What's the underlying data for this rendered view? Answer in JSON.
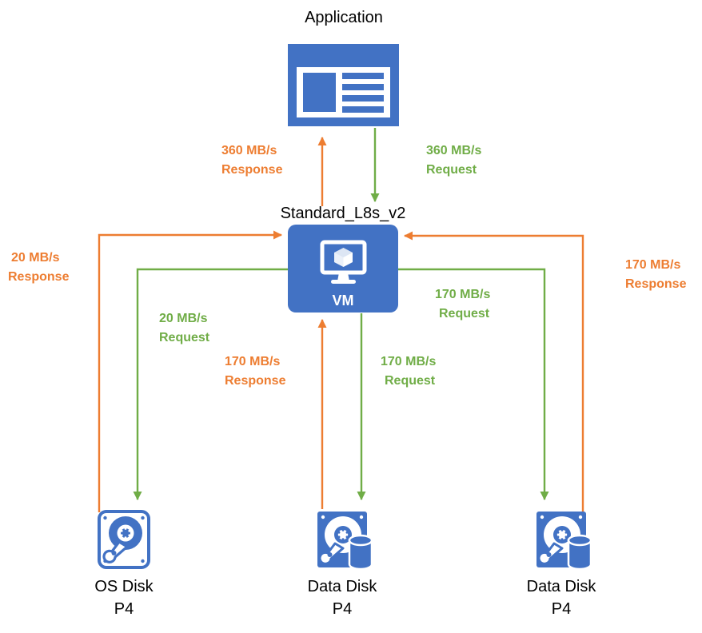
{
  "diagram": {
    "title": "Azure VM disk throughput diagram",
    "colors": {
      "blue": "#4272C4",
      "response_orange": "#ED7D31",
      "request_green": "#70AD47",
      "text_black": "#000000",
      "white": "#FFFFFF"
    },
    "nodes": {
      "application": {
        "label": "Application",
        "icon": "application-window-icon"
      },
      "vm": {
        "label": "Standard_L8s_v2",
        "caption": "VM",
        "icon": "virtual-machine-monitor-icon"
      },
      "os_disk": {
        "label_line1": "OS Disk",
        "label_line2": "P4",
        "icon": "os-disk-icon"
      },
      "data_disk_1": {
        "label_line1": "Data Disk",
        "label_line2": "P4",
        "icon": "data-disk-icon"
      },
      "data_disk_2": {
        "label_line1": "Data Disk",
        "label_line2": "P4",
        "icon": "data-disk-icon"
      }
    },
    "flows": [
      {
        "id": "app-response",
        "rate": "360 MB/s",
        "kind": "Response",
        "direction": "vm-to-application",
        "color": "#ED7D31"
      },
      {
        "id": "app-request",
        "rate": "360 MB/s",
        "kind": "Request",
        "direction": "application-to-vm",
        "color": "#70AD47"
      },
      {
        "id": "osdisk-response",
        "rate": "20 MB/s",
        "kind": "Response",
        "direction": "os-disk-to-vm",
        "color": "#ED7D31"
      },
      {
        "id": "osdisk-request",
        "rate": "20 MB/s",
        "kind": "Request",
        "direction": "vm-to-os-disk",
        "color": "#70AD47"
      },
      {
        "id": "datadisk1-response",
        "rate": "170 MB/s",
        "kind": "Response",
        "direction": "data-disk-1-to-vm",
        "color": "#ED7D31"
      },
      {
        "id": "datadisk1-request",
        "rate": "170 MB/s",
        "kind": "Request",
        "direction": "vm-to-data-disk-1",
        "color": "#70AD47"
      },
      {
        "id": "datadisk2-response",
        "rate": "170 MB/s",
        "kind": "Response",
        "direction": "data-disk-2-to-vm",
        "color": "#ED7D31"
      },
      {
        "id": "datadisk2-request",
        "rate": "170 MB/s",
        "kind": "Request",
        "direction": "vm-to-data-disk-2",
        "color": "#70AD47"
      }
    ],
    "labels": {
      "app_response_l1": "360 MB/s",
      "app_response_l2": "Response",
      "app_request_l1": "360 MB/s",
      "app_request_l2": "Request",
      "os_response_l1": "20 MB/s",
      "os_response_l2": "Response",
      "os_request_l1": "20 MB/s",
      "os_request_l2": "Request",
      "dd1_response_l1": "170 MB/s",
      "dd1_response_l2": "Response",
      "dd1_request_l1": "170 MB/s",
      "dd1_request_l2": "Request",
      "dd2_response_l1": "170 MB/s",
      "dd2_response_l2": "Response",
      "dd2_request_l1": "170 MB/s",
      "dd2_request_l2": "Request"
    }
  }
}
